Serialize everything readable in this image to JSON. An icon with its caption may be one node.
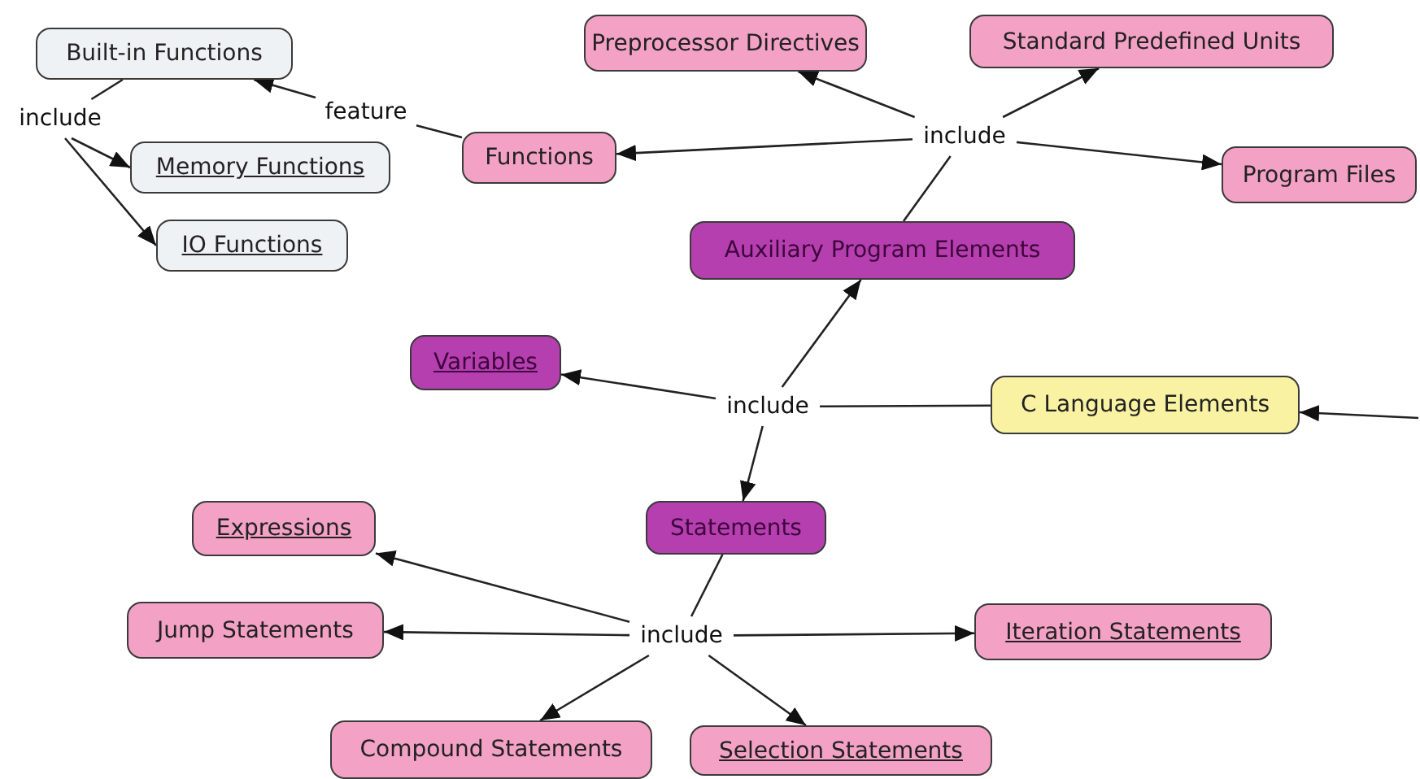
{
  "diagram": {
    "nodes": [
      {
        "text": [
          "Built-in Functions"
        ]
      },
      {
        "text": [
          "include"
        ]
      },
      {
        "text": [
          "Memory Functions"
        ]
      },
      {
        "text": [
          "IO Functions"
        ]
      },
      {
        "text": [
          "feature"
        ]
      },
      {
        "text": [
          "Functions"
        ]
      },
      {
        "text": [
          "Preprocessor Directives"
        ]
      },
      {
        "text": [
          "Standard Predefined Units"
        ]
      },
      {
        "text": [
          "include"
        ]
      },
      {
        "text": [
          "Program Files"
        ]
      },
      {
        "text": [
          "Auxiliary Program Elements"
        ]
      },
      {
        "text": [
          "Variables"
        ]
      },
      {
        "text": [
          "include"
        ]
      },
      {
        "text": [
          "C Language Elements"
        ]
      },
      {
        "text": [
          "Statements"
        ]
      },
      {
        "text": [
          "include"
        ]
      },
      {
        "text": [
          "Expressions"
        ]
      },
      {
        "text": [
          "Jump Statements"
        ]
      },
      {
        "text": [
          "Iteration Statements"
        ]
      },
      {
        "text": [
          "Compound Statements"
        ]
      },
      {
        "text": [
          "Selection Statements"
        ]
      }
    ],
    "edges": [
      {
        "from": null,
        "to": 13,
        "arrow": "to"
      },
      {
        "from": 13,
        "to": 12,
        "arrow": "none"
      },
      {
        "from": 12,
        "to": 10,
        "arrow": "to"
      },
      {
        "from": 12,
        "to": 11,
        "arrow": "to"
      },
      {
        "from": 12,
        "to": 14,
        "arrow": "to"
      },
      {
        "from": 10,
        "to": 8,
        "arrow": "none"
      },
      {
        "from": 8,
        "to": 6,
        "arrow": "to"
      },
      {
        "from": 8,
        "to": 7,
        "arrow": "to"
      },
      {
        "from": 8,
        "to": 9,
        "arrow": "to"
      },
      {
        "from": 8,
        "to": 5,
        "arrow": "to"
      },
      {
        "from": 5,
        "to": 4,
        "arrow": "none"
      },
      {
        "from": 4,
        "to": 0,
        "arrow": "to"
      },
      {
        "from": 0,
        "to": 1,
        "arrow": "none"
      },
      {
        "from": 1,
        "to": 2,
        "arrow": "to"
      },
      {
        "from": 1,
        "to": 3,
        "arrow": "to"
      },
      {
        "from": 14,
        "to": 15,
        "arrow": "none"
      },
      {
        "from": 15,
        "to": 16,
        "arrow": "to"
      },
      {
        "from": 15,
        "to": 17,
        "arrow": "to"
      },
      {
        "from": 15,
        "to": 18,
        "arrow": "to"
      },
      {
        "from": 15,
        "to": 19,
        "arrow": "to"
      },
      {
        "from": 15,
        "to": 20,
        "arrow": "to"
      }
    ]
  }
}
